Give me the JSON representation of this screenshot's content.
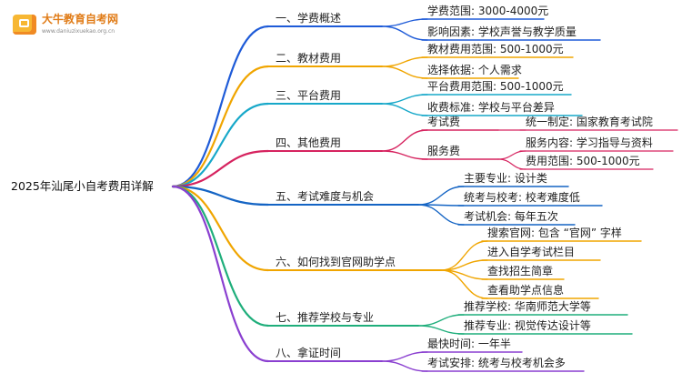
{
  "brand": {
    "name": "大牛教育自考网",
    "url": "www.daniuzixuekao.org.cn"
  },
  "root": "2025年汕尾小自考费用详解",
  "colors": {
    "b1": "#1e5bd8",
    "b2": "#f0a500",
    "b3": "#17a8c9",
    "b4": "#d6235f",
    "b5": "#1464c4",
    "b6": "#f0a500",
    "b7": "#1fae7b",
    "b8": "#8a3fd0"
  },
  "branches": [
    {
      "id": "b1",
      "label": "一、学费概述",
      "children": [
        "学费范围: 3000-4000元",
        "影响因素: 学校声誉与教学质量"
      ]
    },
    {
      "id": "b2",
      "label": "二、教材费用",
      "children": [
        "教材费用范围: 500-1000元",
        "选择依据: 个人需求"
      ]
    },
    {
      "id": "b3",
      "label": "三、平台费用",
      "children": [
        "平台费用范围: 500-1000元",
        "收费标准: 学校与平台差异"
      ]
    },
    {
      "id": "b4",
      "label": "四、其他费用",
      "children": [
        "考试费",
        "服务费"
      ],
      "grandchildren": [
        "统一制定: 国家教育考试院",
        "服务内容: 学习指导与资料",
        "费用范围: 500-1000元"
      ]
    },
    {
      "id": "b5",
      "label": "五、考试难度与机会",
      "children": [
        "主要专业: 设计类",
        "统考与校考: 校考难度低",
        "考试机会: 每年五次"
      ]
    },
    {
      "id": "b6",
      "label": "六、如何找到官网助学点",
      "children": [
        "搜索官网: 包含 “官网” 字样",
        "进入自学考试栏目",
        "查找招生简章",
        "查看助学点信息"
      ]
    },
    {
      "id": "b7",
      "label": "七、推荐学校与专业",
      "children": [
        "推荐学校: 华南师范大学等",
        "推荐专业: 视觉传达设计等"
      ]
    },
    {
      "id": "b8",
      "label": "八、拿证时间",
      "children": [
        "最快时间: 一年半",
        "考试安排: 统考与校考机会多"
      ]
    }
  ]
}
